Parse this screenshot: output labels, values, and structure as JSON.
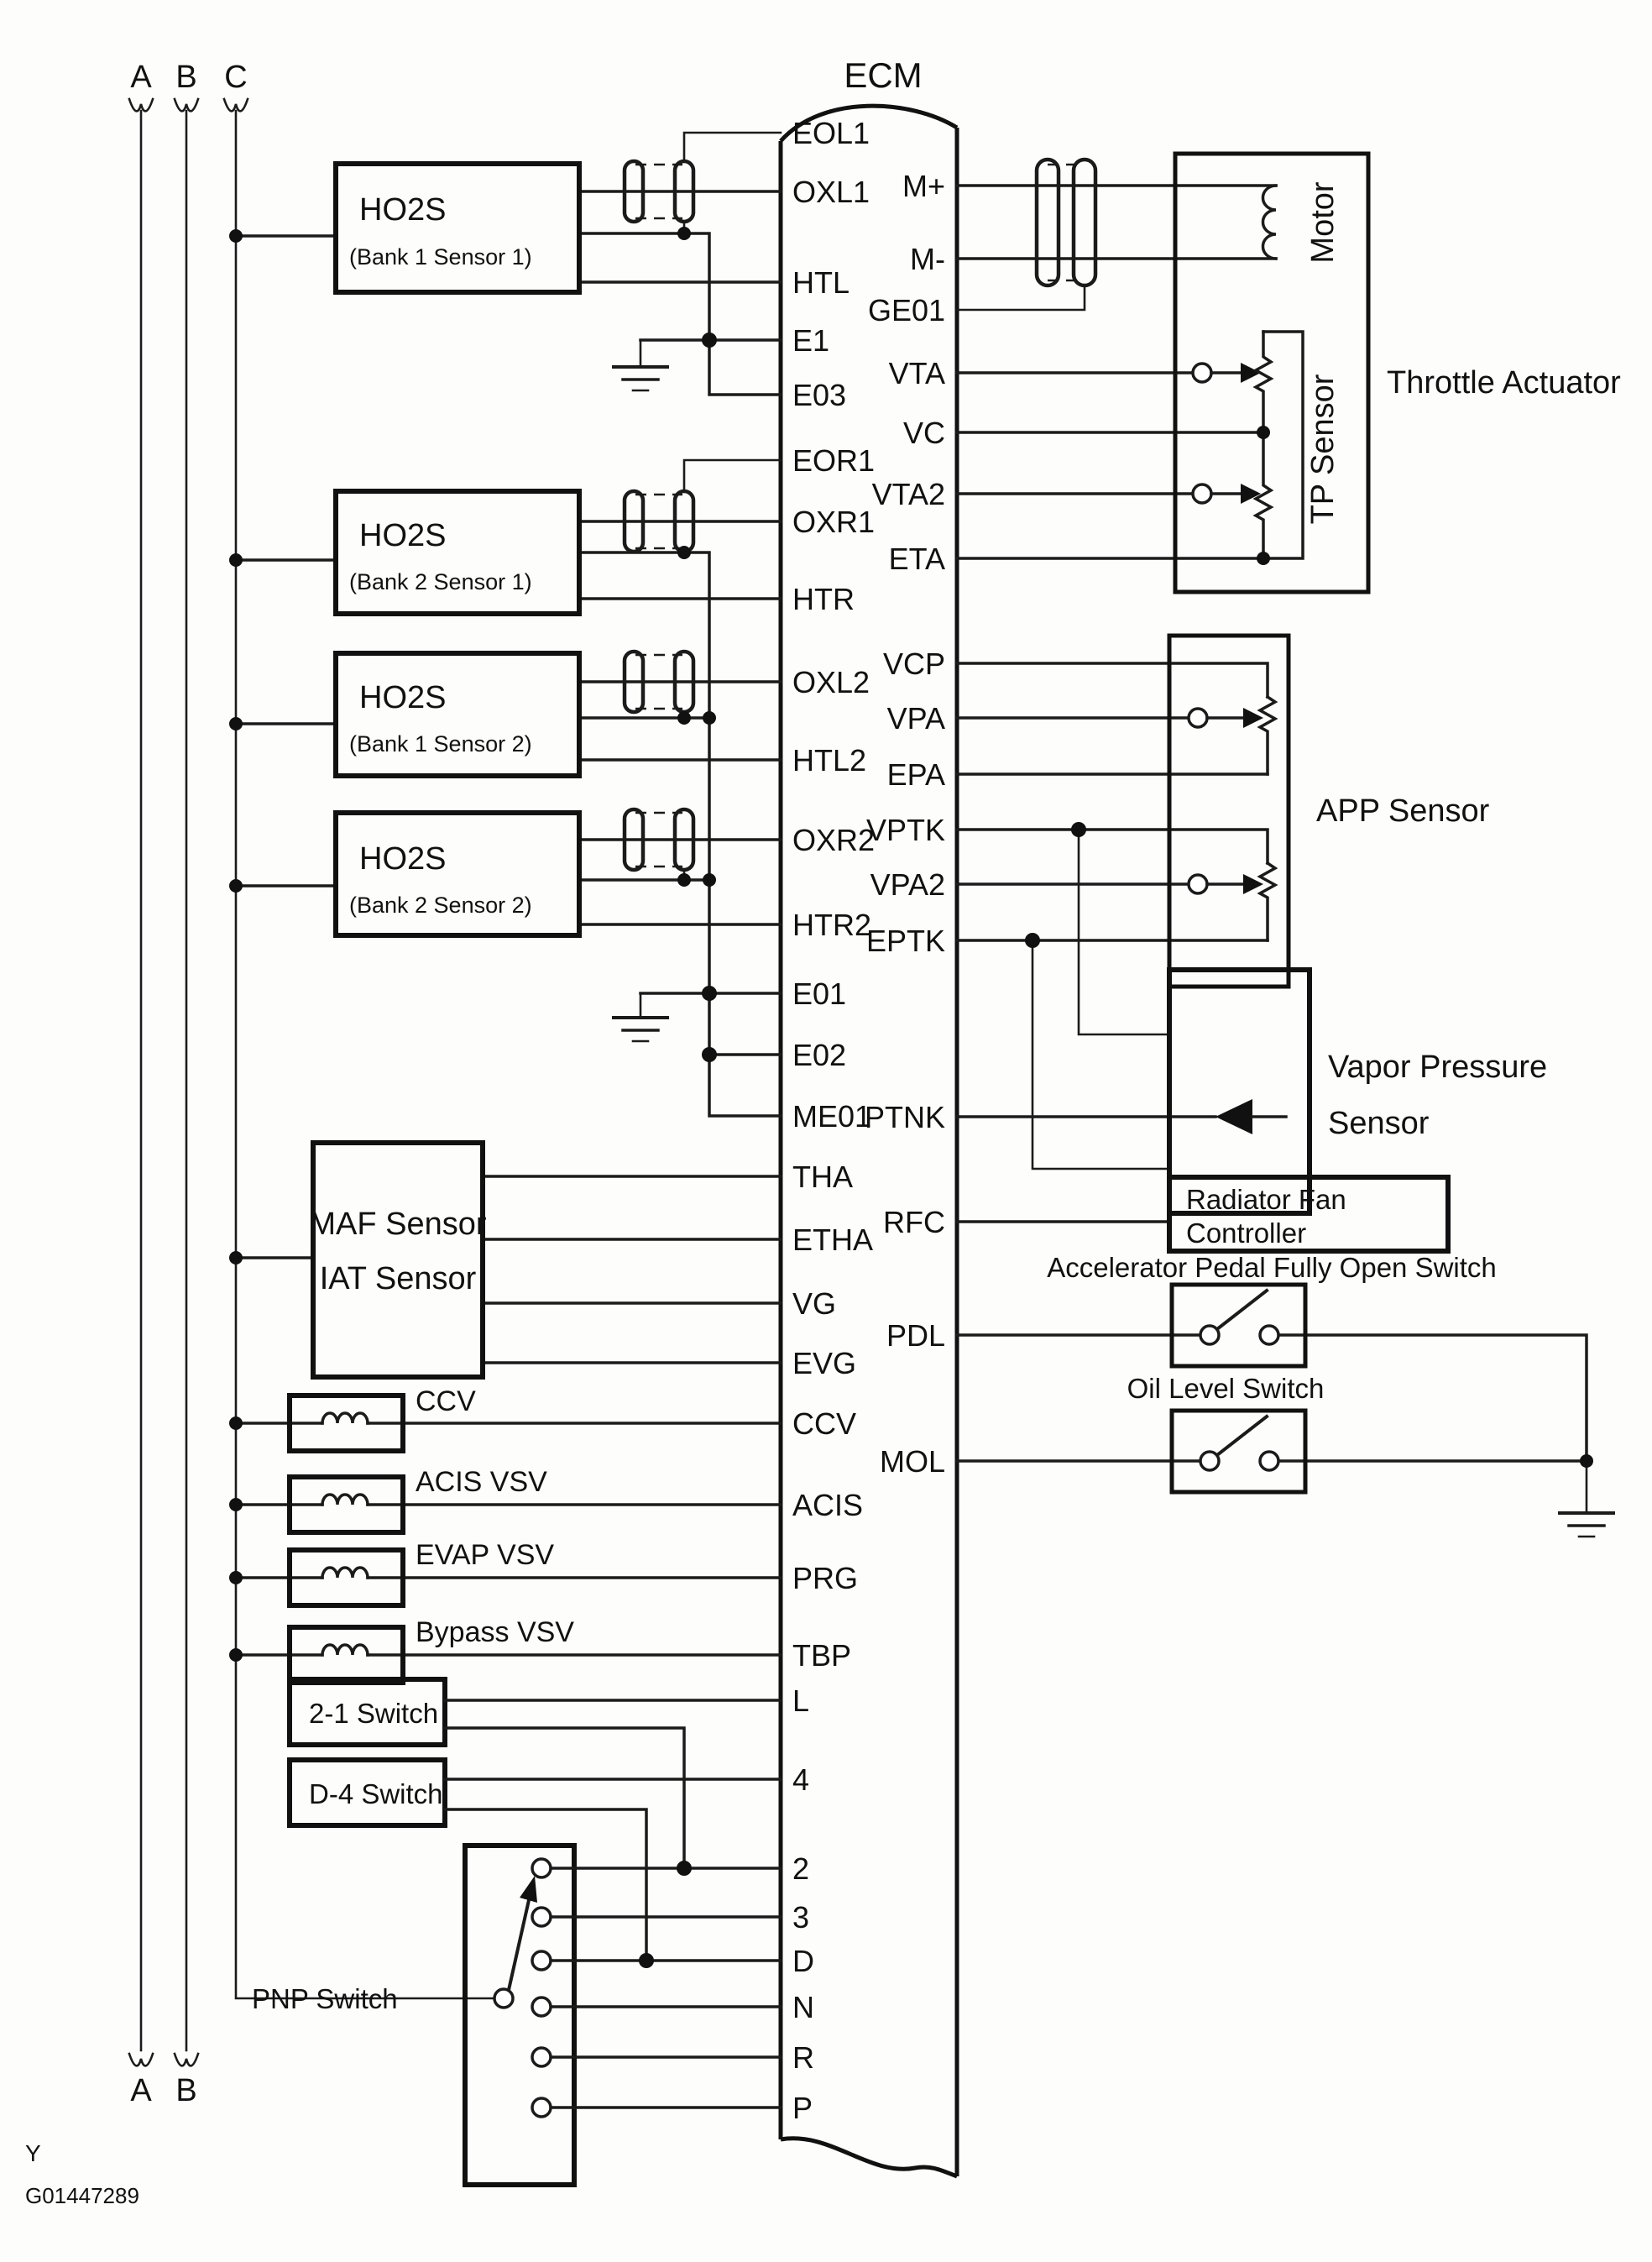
{
  "title": "ECM",
  "trunk": {
    "top": [
      "A",
      "B",
      "C"
    ],
    "bottom": [
      "A",
      "B"
    ]
  },
  "ecm": {
    "label": "ECM",
    "left_pins": [
      "EOL1",
      "OXL1",
      "HTL",
      "E1",
      "E03",
      "EOR1",
      "OXR1",
      "HTR",
      "OXL2",
      "HTL2",
      "OXR2",
      "HTR2",
      "E01",
      "E02",
      "ME01",
      "THA",
      "ETHA",
      "VG",
      "EVG",
      "CCV",
      "ACIS",
      "PRG",
      "TBP",
      "L",
      "4",
      "2",
      "3",
      "D",
      "N",
      "R",
      "P"
    ],
    "right_pins": [
      "M+",
      "M-",
      "GE01",
      "VTA",
      "VC",
      "VTA2",
      "ETA",
      "VCP",
      "VPA",
      "EPA",
      "VPTK",
      "VPA2",
      "EPTK",
      "PTNK",
      "RFC",
      "PDL",
      "MOL"
    ]
  },
  "components": {
    "ho2s": [
      {
        "name": "HO2S",
        "detail": "(Bank 1 Sensor 1)"
      },
      {
        "name": "HO2S",
        "detail": "(Bank 2 Sensor 1)"
      },
      {
        "name": "HO2S",
        "detail": "(Bank 1 Sensor 2)"
      },
      {
        "name": "HO2S",
        "detail": "(Bank 2 Sensor 2)"
      }
    ],
    "maf": {
      "line1": "MAF Sensor",
      "line2": "IAT Sensor"
    },
    "vsv": [
      "CCV",
      "ACIS VSV",
      "EVAP VSV",
      "Bypass VSV"
    ],
    "gear_switches": [
      "2-1 Switch",
      "D-4 Switch"
    ],
    "pnp": {
      "label": "PNP Switch"
    },
    "throttle": {
      "label": "Throttle Actuator",
      "motor": "Motor",
      "tp_sensor": "TP Sensor"
    },
    "app": {
      "label": "APP Sensor"
    },
    "vps": {
      "line1": "Vapor Pressure",
      "line2": "Sensor"
    },
    "rfc": {
      "line1": "Radiator Fan",
      "line2": "Controller"
    },
    "accel_switch": {
      "label": "Accelerator Pedal Fully Open Switch"
    },
    "oil_switch": {
      "label": "Oil Level Switch"
    }
  },
  "footer": {
    "page_code": "Y",
    "figure_code": "G01447289"
  }
}
